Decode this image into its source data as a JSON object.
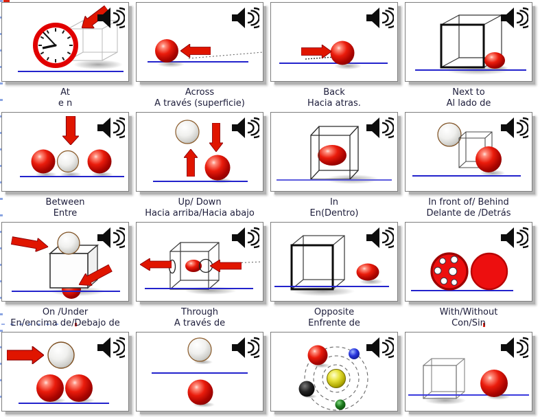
{
  "page": {
    "background": "#ffffff"
  },
  "colors": {
    "ground_line": "#2222cc",
    "arrow_red": "#e01500",
    "caption_text": "#1c1c3a",
    "tile_border": "#7d7d7d",
    "clock_ring_red": "#e10000",
    "left_dash_blue": "#8aa4e2"
  },
  "icons": {
    "speaker": "speaker-icon"
  },
  "cards": [
    {
      "en": "At",
      "es": "e n"
    },
    {
      "en": "Across",
      "es": "A través (superficie)"
    },
    {
      "en": "Back",
      "es": "Hacia atras."
    },
    {
      "en": "Next to",
      "es": "Al lado de"
    },
    {
      "en": "Between",
      "es": "Entre"
    },
    {
      "en": "Up/ Down",
      "es": "Hacia arriba/Hacia abajo"
    },
    {
      "en": "In",
      "es": "En(Dentro)"
    },
    {
      "en": "In front of/ Behind",
      "es": "Delante de /Detrás"
    },
    {
      "en": "On /Under",
      "es": "En/encima de/Debajo de"
    },
    {
      "en": "Through",
      "es": "A través de"
    },
    {
      "en": "Opposite",
      "es": "Enfrente de"
    },
    {
      "en": "With/Without",
      "es": "Con/Sin"
    },
    {
      "en": "",
      "es": ""
    },
    {
      "en": "",
      "es": ""
    },
    {
      "en": "",
      "es": ""
    },
    {
      "en": "",
      "es": ""
    }
  ]
}
